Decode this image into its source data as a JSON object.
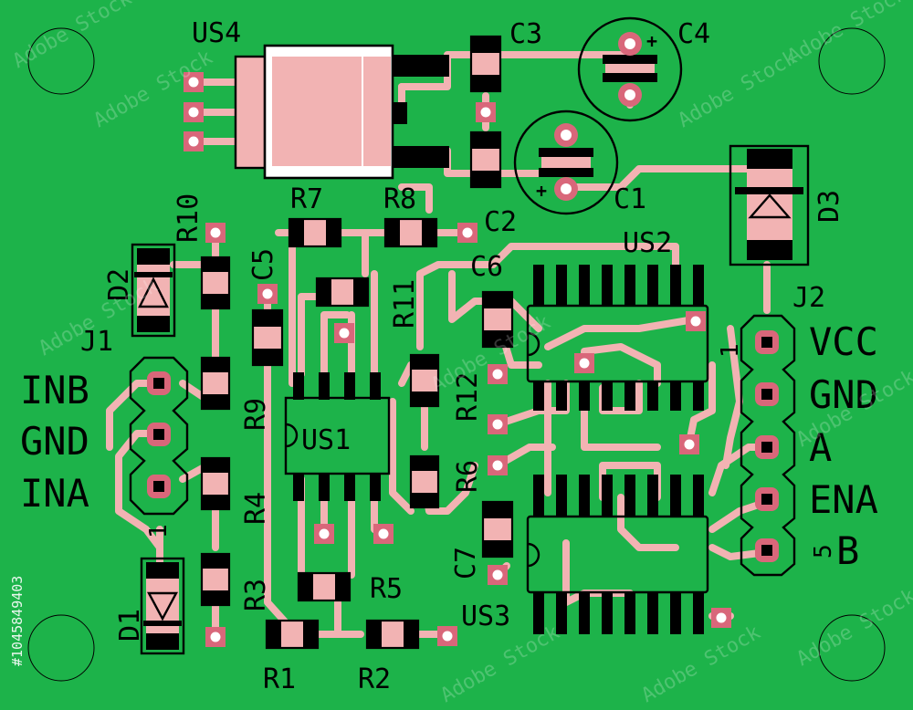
{
  "board": {
    "background_color": "#1db34a",
    "copper_color": "#f2b3b3",
    "silk_color": "#000000",
    "via_color": "#d9677a"
  },
  "watermark": {
    "text": "Adobe Stock",
    "side_text": "#1045849403"
  },
  "labels": {
    "us4": "US4",
    "c3": "C3",
    "c4": "C4",
    "c1": "C1",
    "d3": "D3",
    "r7": "R7",
    "r8": "R8",
    "c2": "C2",
    "us2": "US2",
    "r10": "R10",
    "d2": "D2",
    "c5": "C5",
    "r11": "R11",
    "c6": "C6",
    "j2": "J2",
    "j1": "J1",
    "r12": "R12",
    "us1": "US1",
    "r9": "R9",
    "r6": "R6",
    "r4": "R4",
    "c7": "C7",
    "r3": "R3",
    "r5": "R5",
    "us3": "US3",
    "d1": "D1",
    "r1": "R1",
    "r2": "R2"
  },
  "connectors": {
    "j1": {
      "pins": [
        "INB",
        "GND",
        "INA"
      ],
      "pin1_marker": "1"
    },
    "j2": {
      "pins": [
        "VCC",
        "GND",
        "A",
        "ENA",
        "B"
      ],
      "pin1_marker": "1",
      "pin5_marker": "5"
    }
  },
  "polarity": {
    "plus": "+"
  }
}
